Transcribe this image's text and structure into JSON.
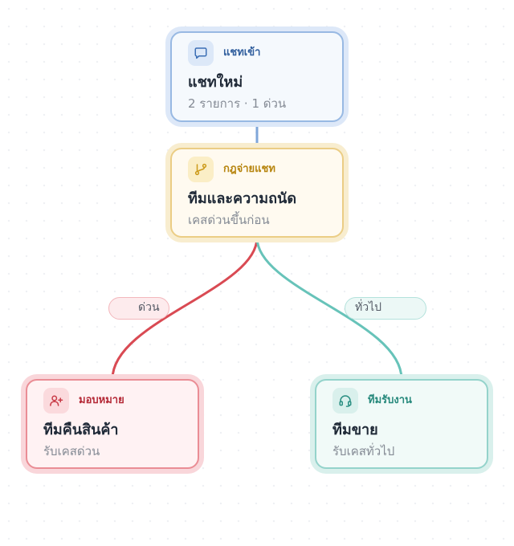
{
  "colors": {
    "inbound": "#8fb4e3",
    "rule": "#e8cd7f",
    "urgent": "#d94a53",
    "general": "#67c3b9"
  },
  "nodes": {
    "inbound": {
      "icon": "chat-bubble-icon",
      "tag": "แชทเข้า",
      "title": "แชทใหม่",
      "subtitle": "2 รายการ · 1 ด่วน"
    },
    "rule": {
      "icon": "branch-icon",
      "tag": "กฎจ่ายแชท",
      "title": "ทีมและความถนัด",
      "subtitle": "เคสด่วนขึ้นก่อน"
    },
    "returns_team": {
      "icon": "user-plus-icon",
      "tag": "มอบหมาย",
      "title": "ทีมคืนสินค้า",
      "subtitle": "รับเคสด่วน"
    },
    "sales_team": {
      "icon": "headset-icon",
      "tag": "ทีมรับงาน",
      "title": "ทีมขาย",
      "subtitle": "รับเคสทั่วไป"
    }
  },
  "edges": {
    "urgent_label": "ด่วน",
    "general_label": "ทั่วไป"
  }
}
